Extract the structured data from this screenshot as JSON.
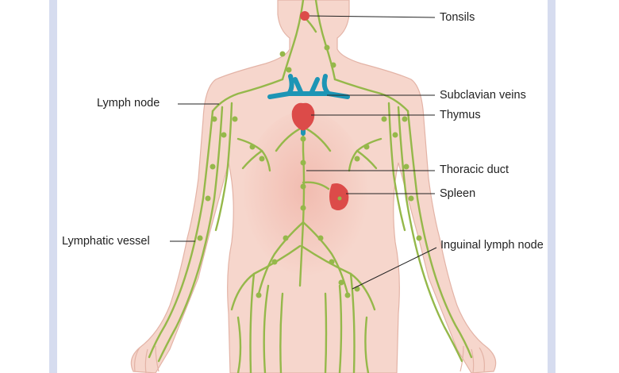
{
  "labels": {
    "tonsils": "Tonsils",
    "lymph_node": "Lymph node",
    "subclavian_veins": "Subclavian veins",
    "thymus": "Thymus",
    "thoracic_duct": "Thoracic duct",
    "spleen": "Spleen",
    "lymphatic_vessel": "Lymphatic vessel",
    "inguinal_lymph_node": "Inguinal lymph node"
  },
  "colors": {
    "skin": "#f6d6cc",
    "skin_outline": "#e3b3a6",
    "lymph": "#95b84a",
    "vein": "#1d95b5",
    "organ": "#dc4b49",
    "frame": "#d6dcef"
  }
}
